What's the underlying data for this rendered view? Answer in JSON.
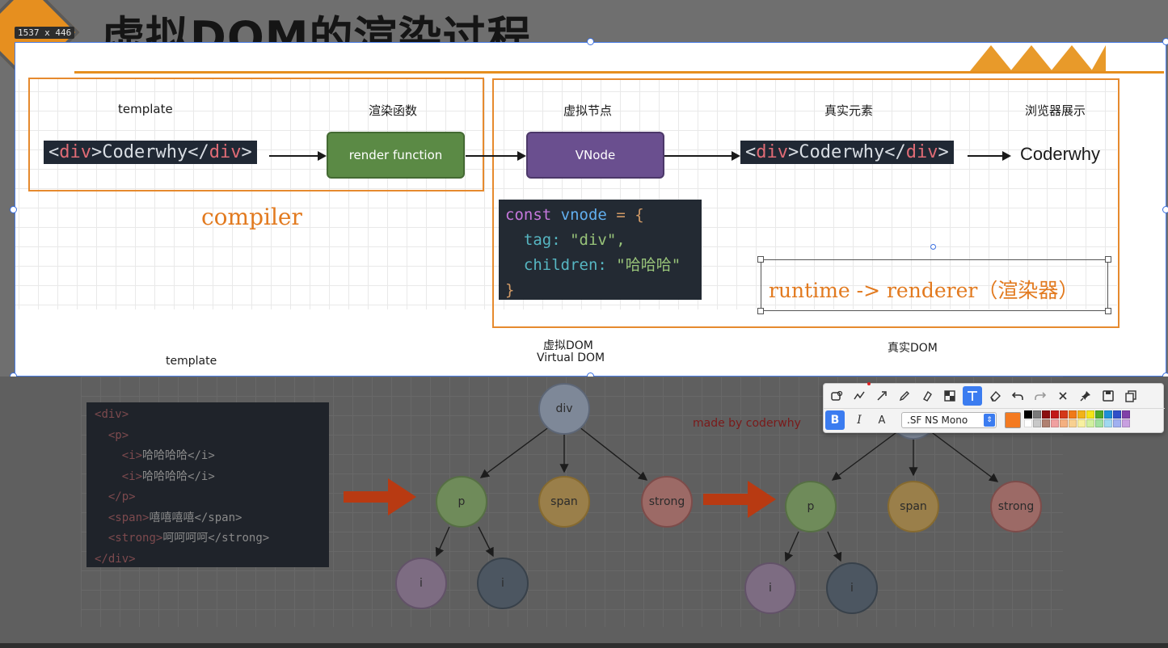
{
  "header": {
    "size_badge": "1537 x 446",
    "title": "虚拟DOM的渲染过程"
  },
  "flow": {
    "template_label": "template",
    "render_label": "渲染函数",
    "vnode_label": "虚拟节点",
    "real_label": "真实元素",
    "browser_label": "浏览器展示",
    "template_code": {
      "open_lt": "<",
      "open_tag": "div",
      "open_gt": ">",
      "text": "Coderwhy",
      "close_lt": "</",
      "close_tag": "div",
      "close_gt": ">"
    },
    "real_code": {
      "open_lt": "<",
      "open_tag": "div",
      "open_gt": ">",
      "text": "Coderwhy",
      "close_lt": "</",
      "close_tag": "div",
      "close_gt": ">"
    },
    "render_box": "render function",
    "vnode_box": "VNode",
    "browser_output": "Coderwhy",
    "compiler": "compiler",
    "runtime": "runtime -> renderer（渲染器）"
  },
  "vnode_code": {
    "line1_kw": "const",
    "line1_var": "vnode",
    "line1_op": "=",
    "line1_brace": "{",
    "line2_prop": "tag:",
    "line2_str": "\"div\",",
    "line3_prop": "children:",
    "line3_str": "\"哈哈哈\"",
    "line4": "}"
  },
  "lower": {
    "template_caption": "template",
    "vdom_caption_1": "虚拟DOM",
    "vdom_caption_2": "Virtual DOM",
    "real_caption": "真实DOM",
    "made_by": "made by coderwhy",
    "code_lines": [
      {
        "pre": "<",
        "tag": "div",
        "post": ">",
        "text": ""
      },
      {
        "pre": "  <",
        "tag": "p",
        "post": ">",
        "text": ""
      },
      {
        "pre": "    <",
        "tag": "i",
        "post": ">",
        "text": "哈哈哈哈</i>"
      },
      {
        "pre": "    <",
        "tag": "i",
        "post": ">",
        "text": "哈哈哈哈</i>"
      },
      {
        "pre": "  </",
        "tag": "p",
        "post": ">",
        "text": ""
      },
      {
        "pre": "  <",
        "tag": "span",
        "post": ">",
        "text": "嘻嘻嘻嘻</span>"
      },
      {
        "pre": "  <",
        "tag": "strong",
        "post": ">",
        "text": "呵呵呵呵</strong>"
      },
      {
        "pre": "</",
        "tag": "div",
        "post": ">",
        "text": ""
      }
    ],
    "tree1": {
      "root": "div",
      "p": "p",
      "span": "span",
      "strong": "strong",
      "i1": "i",
      "i2": "i"
    },
    "tree2": {
      "p": "p",
      "span": "span",
      "strong": "strong",
      "i1": "i",
      "i2": "i"
    }
  },
  "toolbar": {
    "bold": "B",
    "italic": "I",
    "font_size_icon": "A",
    "font": ".SF NS Mono",
    "current_color": "#f47a20",
    "palette": [
      "#000000",
      "#7a7a7a",
      "#8b1010",
      "#c21818",
      "#d4381a",
      "#f07a18",
      "#f2b218",
      "#f4e418",
      "#4fa82a",
      "#1d8fd8",
      "#3050c8",
      "#8040a8",
      "#ffffff",
      "#c8c8c8",
      "#b08070",
      "#f0a0a0",
      "#f4b080",
      "#f8d090",
      "#f8f0a0",
      "#d0f0a0",
      "#a0e0a0",
      "#a0d8f0",
      "#a0b0f0",
      "#c8a0e0"
    ]
  }
}
